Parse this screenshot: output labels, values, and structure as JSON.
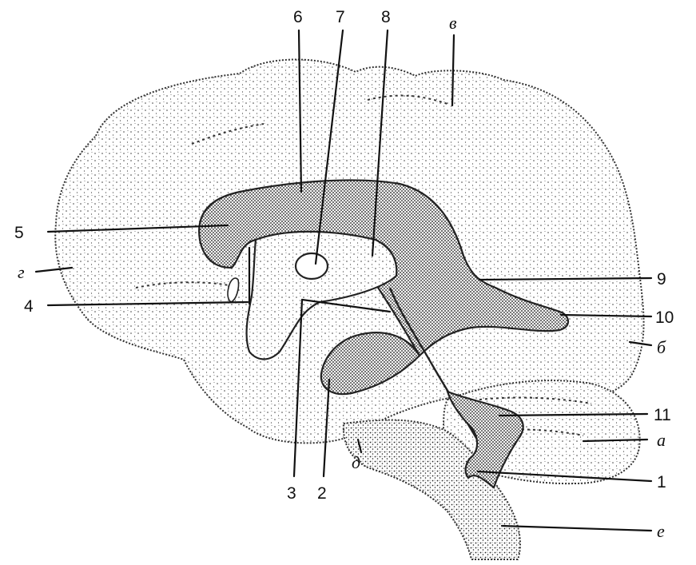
{
  "labels": {
    "n1": "1",
    "n2": "2",
    "n3": "3",
    "n4": "4",
    "n5": "5",
    "n6": "6",
    "n7": "7",
    "n8": "8",
    "n9": "9",
    "n10": "10",
    "n11": "11",
    "a": "а",
    "b": "б",
    "v": "в",
    "g": "г",
    "d": "д",
    "e": "е"
  },
  "colors": {
    "ink": "#111111",
    "stipple": "#2a2a2a",
    "paper": "#ffffff"
  }
}
